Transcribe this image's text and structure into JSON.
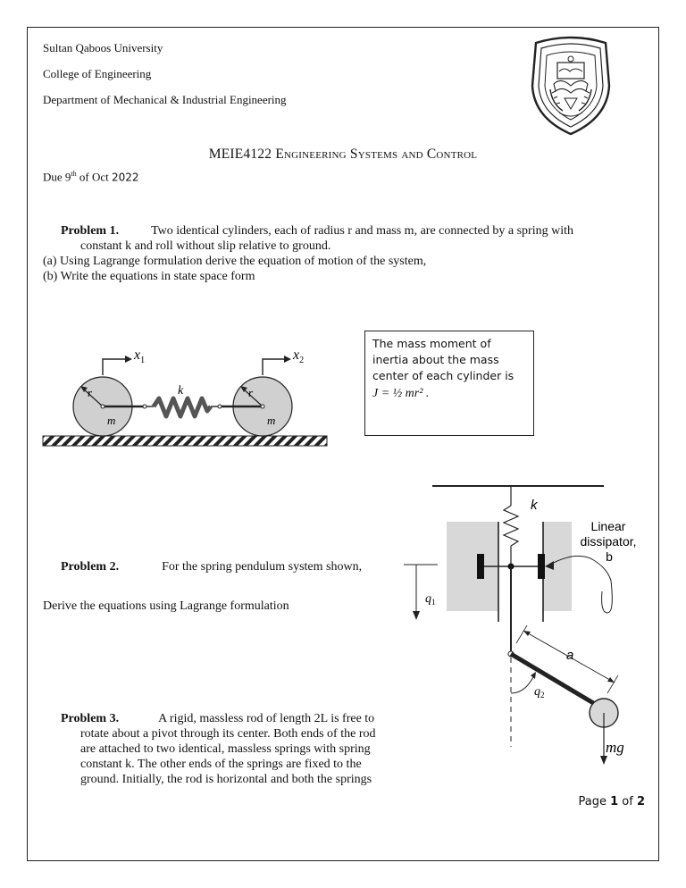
{
  "header": {
    "university": "Sultan Qaboos University",
    "college": "College of Engineering",
    "department": "Department of Mechanical & Industrial Engineering"
  },
  "course": {
    "code": "MEIE4122",
    "title": "Engineering Systems and Control"
  },
  "due": {
    "prefix": "Due 9",
    "sup": "th",
    "mid": " of Oct ",
    "year": "2022"
  },
  "problem1": {
    "label": "Problem 1.",
    "text_line1": "Two identical cylinders, each of radius r and mass m, are connected by a spring with",
    "text_line2": "constant k and roll without slip relative to ground.",
    "part_a": "(a) Using Lagrange formulation derive the equation of motion of the system,",
    "part_b": "(b) Write the equations in state space form"
  },
  "figure1": {
    "x1": "x",
    "x1_sub": "1",
    "x2": "x",
    "x2_sub": "2",
    "k": "k",
    "r": "r",
    "m": "m"
  },
  "inertia_note": {
    "line1": "The mass moment of",
    "line2": "inertia about the mass",
    "line3": "center of each cylinder is",
    "equation": "J = ½ mr² ."
  },
  "problem2": {
    "label": "Problem 2.",
    "text": "For the spring pendulum system shown,",
    "instruction": "Derive the equations using Lagrange formulation"
  },
  "figure2": {
    "k": "k",
    "dissipator_line1": "Linear",
    "dissipator_line2": "dissipator,",
    "dissipator_line3": "b",
    "q1": "q",
    "q1_sub": "1",
    "q2": "q",
    "q2_sub": "2",
    "a": "a",
    "mg": "mg"
  },
  "problem3": {
    "label": "Problem 3.",
    "line1": "A rigid, massless rod of length 2L is free to",
    "line2": "rotate about a pivot through its center. Both ends of the rod",
    "line3": "are attached to two identical, massless springs with spring",
    "line4": "constant k. The other ends of the springs are fixed to the",
    "line5": "ground. Initially, the rod is horizontal and both the springs"
  },
  "footer": {
    "page_prefix": "Page ",
    "page_current": "1",
    "page_mid": " of ",
    "page_total": "2"
  }
}
